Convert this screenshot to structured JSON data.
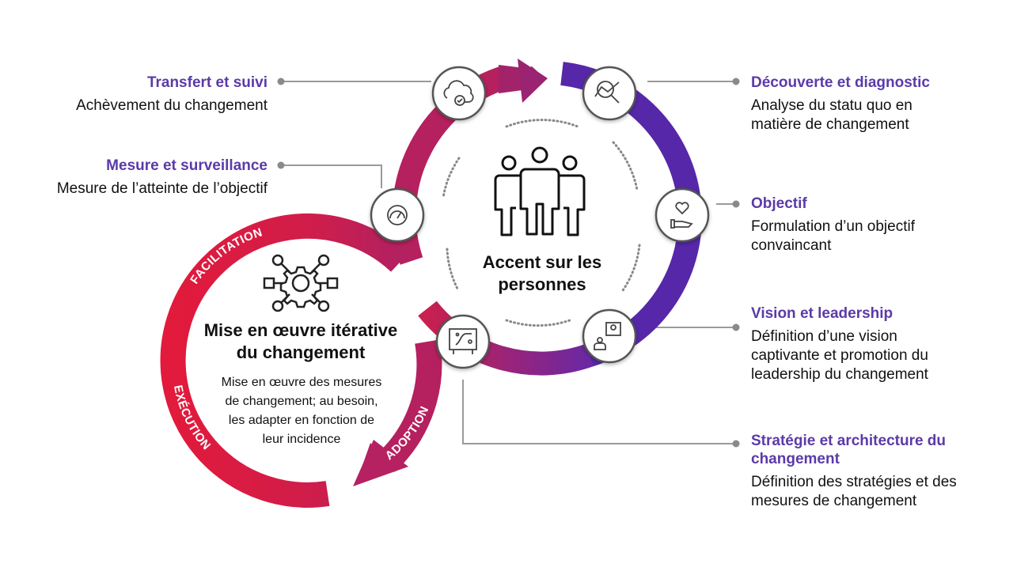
{
  "colors": {
    "accent_purple": "#5b3aa8",
    "red": "#e01e3c",
    "magenta": "#b0235f",
    "violet": "#5a2aa8",
    "connector": "#9a9a9a"
  },
  "center": {
    "icon": "people-group-icon",
    "title_line1": "Accent sur les",
    "title_line2": "personnes"
  },
  "iterative": {
    "icon": "gear-network-icon",
    "title_line1": "Mise en œuvre itérative",
    "title_line2": "du changement",
    "desc_lines": [
      "Mise en œuvre des mesures",
      "de changement; au besoin,",
      "les adapter en fonction de",
      "leur incidence"
    ],
    "arc_labels": {
      "facilitation": "FACILITATION",
      "execution": "EXÉCUTION",
      "adoption": "ADOPTION"
    }
  },
  "steps": [
    {
      "id": "transfert",
      "icon": "cloud-check-icon",
      "title": "Transfert et suivi",
      "desc": [
        "Achèvement du changement"
      ]
    },
    {
      "id": "mesure",
      "icon": "speedometer-icon",
      "title": "Mesure et surveillance",
      "desc": [
        "Mesure de l’atteinte de l’objectif"
      ]
    },
    {
      "id": "decouverte",
      "icon": "magnifier-chart-icon",
      "title": "Découverte et diagnostic",
      "desc": [
        "Analyse du statu quo en",
        "matière de changement"
      ]
    },
    {
      "id": "objectif",
      "icon": "heart-hand-icon",
      "title": "Objectif",
      "desc": [
        "Formulation d’un objectif",
        "convaincant"
      ]
    },
    {
      "id": "vision",
      "icon": "person-idea-icon",
      "title": "Vision et leadership",
      "desc": [
        "Définition d’une vision",
        "captivante et promotion du",
        "leadership du changement"
      ]
    },
    {
      "id": "strategie",
      "icon": "strategy-board-icon",
      "title_lines": [
        "Stratégie et architecture du",
        "changement"
      ],
      "desc": [
        "Définition des stratégies et des",
        "mesures de changement"
      ]
    }
  ]
}
